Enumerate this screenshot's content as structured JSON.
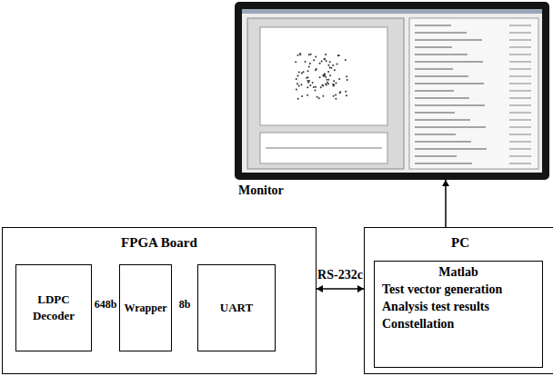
{
  "diagram": {
    "nodes": [
      {
        "text": [
          "FPGA Board"
        ]
      },
      {
        "text": [
          "LDPC Decoder"
        ],
        "in": 0
      },
      {
        "text": [
          "Wrapper"
        ],
        "in": 0
      },
      {
        "text": [
          "UART"
        ],
        "in": 0
      },
      {
        "text": [
          "PC"
        ]
      },
      {
        "text": [
          "Matlab",
          "Test vector generation",
          "Analysis test results",
          "Constellation"
        ],
        "in": 4
      },
      {
        "text": [
          "Monitor"
        ]
      }
    ],
    "edges": [
      {
        "from": 1,
        "to": 2,
        "arrow": "both",
        "label": "648b"
      },
      {
        "from": 2,
        "to": 3,
        "arrow": "both",
        "label": "8b"
      },
      {
        "from": 0,
        "to": 4,
        "arrow": "both",
        "label": "RS-232c"
      },
      {
        "from": 4,
        "to": 6,
        "arrow": "to"
      }
    ]
  }
}
